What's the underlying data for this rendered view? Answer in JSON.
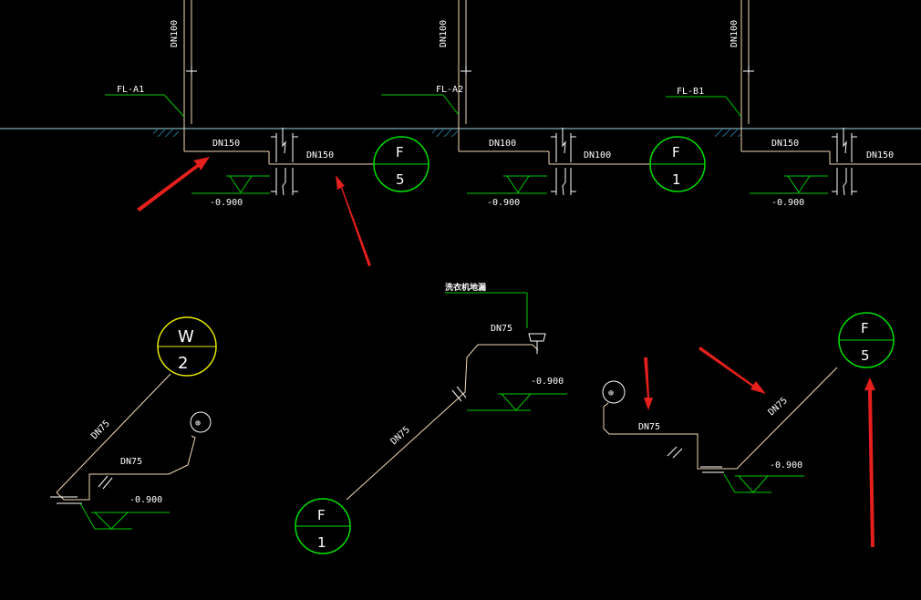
{
  "colors": {
    "background": "#000000",
    "pipe": "#f3d9b5",
    "leader": "#00c800",
    "ground": "#9ad8e8",
    "hatch": "#2aa6d6",
    "wall": "#ffffff",
    "circle_green": "#00e000",
    "circle_yellow": "#e8e800",
    "arrow": "#e5201c"
  },
  "top": {
    "riser_labels": [
      "DN100",
      "DN100",
      "DN100"
    ],
    "tags": [
      "FL-A1",
      "FL-A2",
      "FL-B1"
    ],
    "pipe_labels": [
      "DN150",
      "DN150",
      "DN100",
      "DN100",
      "DN150",
      "DN150"
    ],
    "levels": [
      "-0.900",
      "-0.900",
      "-0.900"
    ],
    "circles": [
      {
        "top": "F",
        "bottom": "5"
      },
      {
        "top": "F",
        "bottom": "1"
      }
    ]
  },
  "bottom_left": {
    "circle": {
      "top": "W",
      "bottom": "2"
    },
    "pipe_labels": [
      "DN75",
      "DN75"
    ],
    "level": "-0.900",
    "fixture_icon": "floor-drain-icon"
  },
  "bottom_mid": {
    "note": "洗衣机地漏",
    "pipe_labels": [
      "DN75",
      "DN75"
    ],
    "level": "-0.900",
    "circle": {
      "top": "F",
      "bottom": "1"
    }
  },
  "bottom_right": {
    "pipe_labels": [
      "DN75",
      "DN75"
    ],
    "level": "-0.900",
    "circle": {
      "top": "F",
      "bottom": "5"
    },
    "fixture_icon": "floor-drain-icon"
  }
}
